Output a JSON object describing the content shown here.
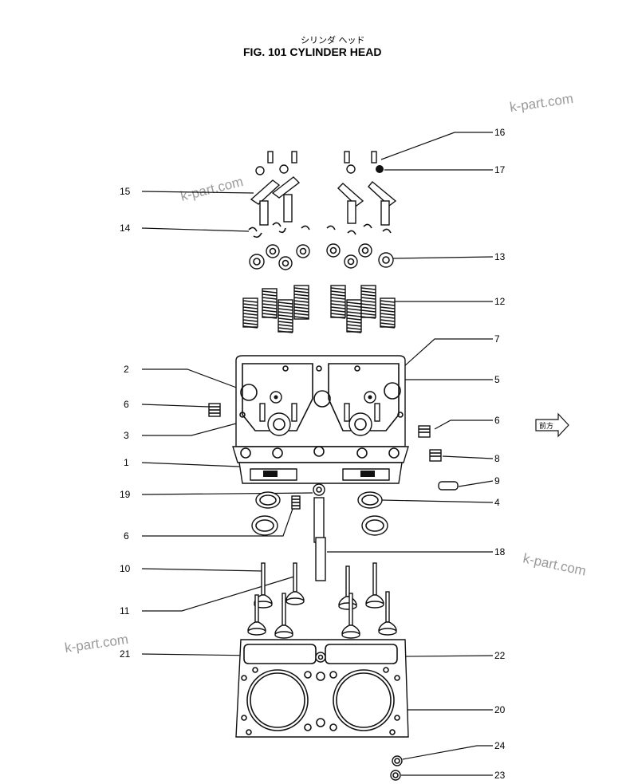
{
  "title": {
    "japanese": "シリンダ ヘッド",
    "english": "FIG. 101  CYLINDER HEAD"
  },
  "watermarks": [
    "k-part.com",
    "k-part.com",
    "k-part.com",
    "k-part.com"
  ],
  "front_arrow_label": "前方",
  "callouts": {
    "n1": "1",
    "n2": "2",
    "n3": "3",
    "n4": "4",
    "n5": "5",
    "n6a": "6",
    "n6b": "6",
    "n6c": "6",
    "n7": "7",
    "n8": "8",
    "n9": "9",
    "n10": "10",
    "n11": "11",
    "n12": "12",
    "n13": "13",
    "n14": "14",
    "n15": "15",
    "n16": "16",
    "n17": "17",
    "n18": "18",
    "n19": "19",
    "n20": "20",
    "n21": "21",
    "n22": "22",
    "n23": "23",
    "n24": "24"
  }
}
